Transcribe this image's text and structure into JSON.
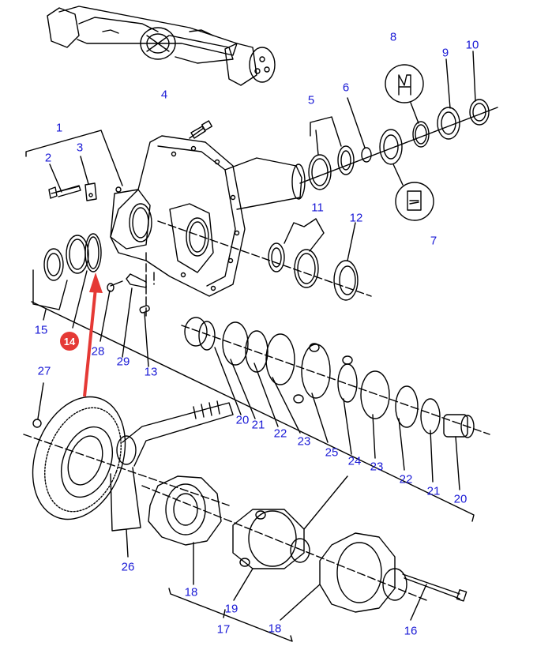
{
  "diagram": {
    "title": "Axle differential housing exploded parts view",
    "highlight_color": "#e53935",
    "label_color": "#1a1ad6",
    "highlighted_part": "14",
    "labels": [
      {
        "id": "l1",
        "text": "1"
      },
      {
        "id": "l2",
        "text": "2"
      },
      {
        "id": "l3",
        "text": "3"
      },
      {
        "id": "l4",
        "text": "4"
      },
      {
        "id": "l5",
        "text": "5"
      },
      {
        "id": "l6",
        "text": "6"
      },
      {
        "id": "l7",
        "text": "7"
      },
      {
        "id": "l8",
        "text": "8"
      },
      {
        "id": "l9",
        "text": "9"
      },
      {
        "id": "l10",
        "text": "10"
      },
      {
        "id": "l11",
        "text": "11"
      },
      {
        "id": "l12",
        "text": "12"
      },
      {
        "id": "l13",
        "text": "13"
      },
      {
        "id": "l14",
        "text": "14"
      },
      {
        "id": "l15",
        "text": "15"
      },
      {
        "id": "l16",
        "text": "16"
      },
      {
        "id": "l17",
        "text": "17"
      },
      {
        "id": "l18a",
        "text": "18"
      },
      {
        "id": "l18b",
        "text": "18"
      },
      {
        "id": "l19",
        "text": "19"
      },
      {
        "id": "l20a",
        "text": "20"
      },
      {
        "id": "l20b",
        "text": "20"
      },
      {
        "id": "l21a",
        "text": "21"
      },
      {
        "id": "l21b",
        "text": "21"
      },
      {
        "id": "l22a",
        "text": "22"
      },
      {
        "id": "l22b",
        "text": "22"
      },
      {
        "id": "l23a",
        "text": "23"
      },
      {
        "id": "l23b",
        "text": "23"
      },
      {
        "id": "l24",
        "text": "24"
      },
      {
        "id": "l25",
        "text": "25"
      },
      {
        "id": "l26",
        "text": "26"
      },
      {
        "id": "l27",
        "text": "27"
      },
      {
        "id": "l28",
        "text": "28"
      },
      {
        "id": "l29",
        "text": "29"
      }
    ]
  }
}
